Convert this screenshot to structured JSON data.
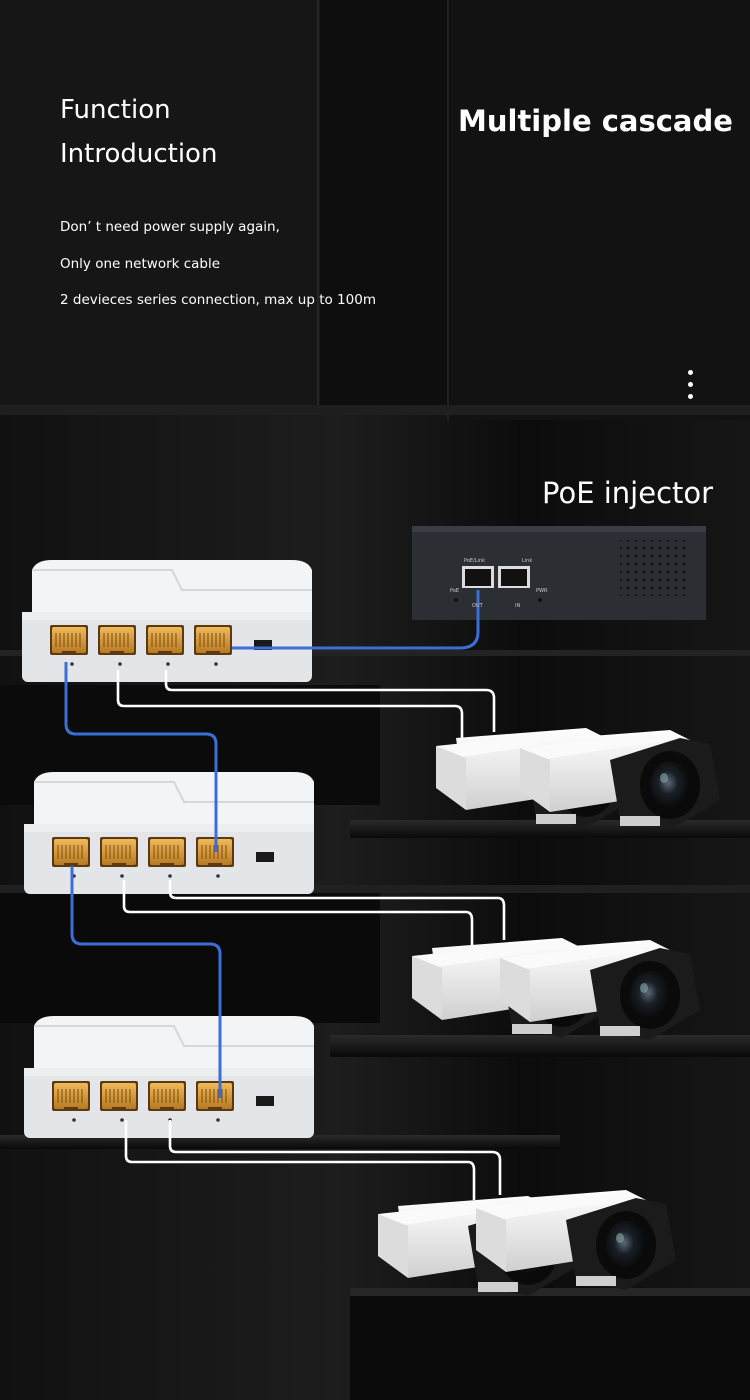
{
  "intro": {
    "title_line1": "Function",
    "title_line2": "Introduction",
    "heading": "Multiple cascade",
    "lines": [
      "Don’ t need power supply again,",
      "Only one network cable",
      "2 devieces series connection, max up to 100m"
    ]
  },
  "more_icon": "vertical-ellipsis-icon",
  "injector": {
    "label": "PoE injector",
    "port_labels": [
      "PoE/Link",
      "Link"
    ],
    "led_labels": [
      "PoE",
      "PWR"
    ],
    "port_marks": [
      "OUT",
      "IN"
    ]
  },
  "colors": {
    "background": "#050505",
    "device": "#e4e6e9",
    "port_gold": "#d89a3a",
    "cascade_cable": "#3b6fd8",
    "camera_cable": "#ffffff",
    "camera_body": "#eeeeee",
    "camera_hood": "#1b1b1b"
  }
}
